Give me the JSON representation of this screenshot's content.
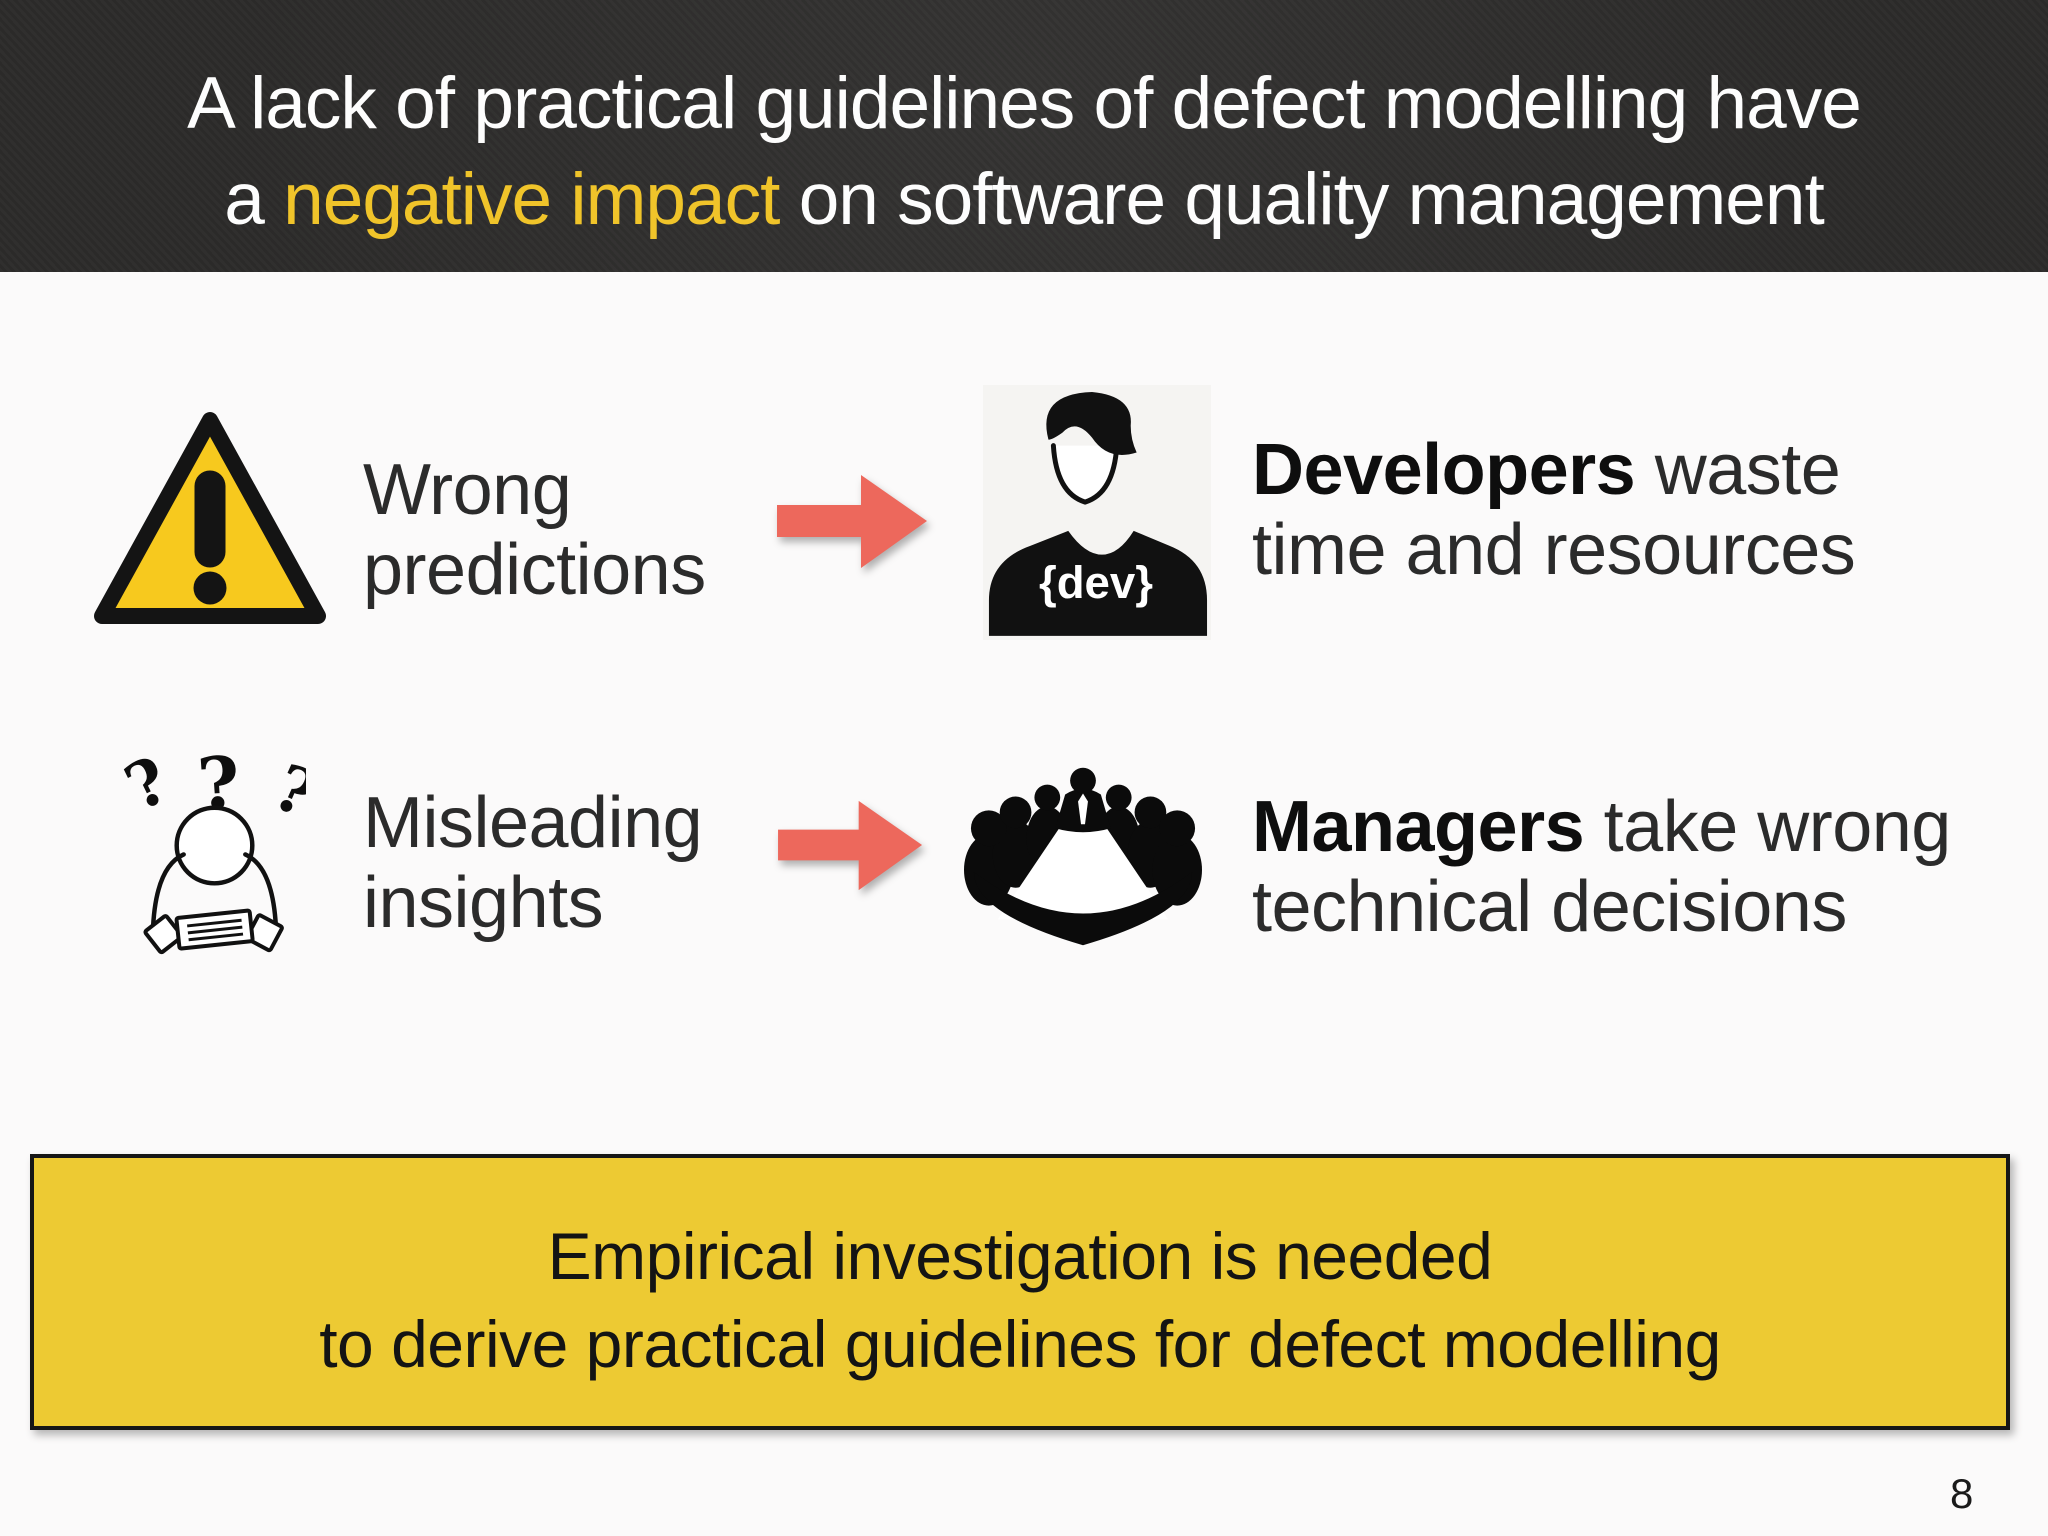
{
  "header": {
    "line1": "A lack of practical guidelines of defect modelling have",
    "line2_prefix": "a ",
    "line2_highlight": "negative impact",
    "line2_suffix": " on software quality management"
  },
  "rows": [
    {
      "icon": "warning-triangle",
      "cause": {
        "line1": "Wrong",
        "line2": "predictions"
      },
      "result_icon": "developer",
      "effect": {
        "bold": "Developers",
        "line1_rest": " waste",
        "line2": "time and resources"
      }
    },
    {
      "icon": "confused-person",
      "cause": {
        "line1": "Misleading",
        "line2": "insights"
      },
      "result_icon": "managers-meeting",
      "effect": {
        "bold": "Managers",
        "line1_rest": " take wrong",
        "line2": "technical decisions"
      }
    }
  ],
  "banner": {
    "line1": "Empirical investigation is needed",
    "line2": "to derive practical guidelines for defect modelling"
  },
  "page_number": "8",
  "icons": {
    "dev_shirt_label": "{dev}",
    "question_mark": "?",
    "exclamation": "!"
  },
  "colors": {
    "slide-bg": "#fbfafa",
    "header-bg": "#2c2b2a",
    "header-text": "#fdfdfd",
    "highlight": "#f0c42a",
    "body-text": "#2b2b2b",
    "arrow": "#ed685c",
    "triangle-fill": "#f7c91e",
    "banner-bg": "#edca33",
    "banner-border": "#161616",
    "icon-black": "#0e0e0e"
  }
}
